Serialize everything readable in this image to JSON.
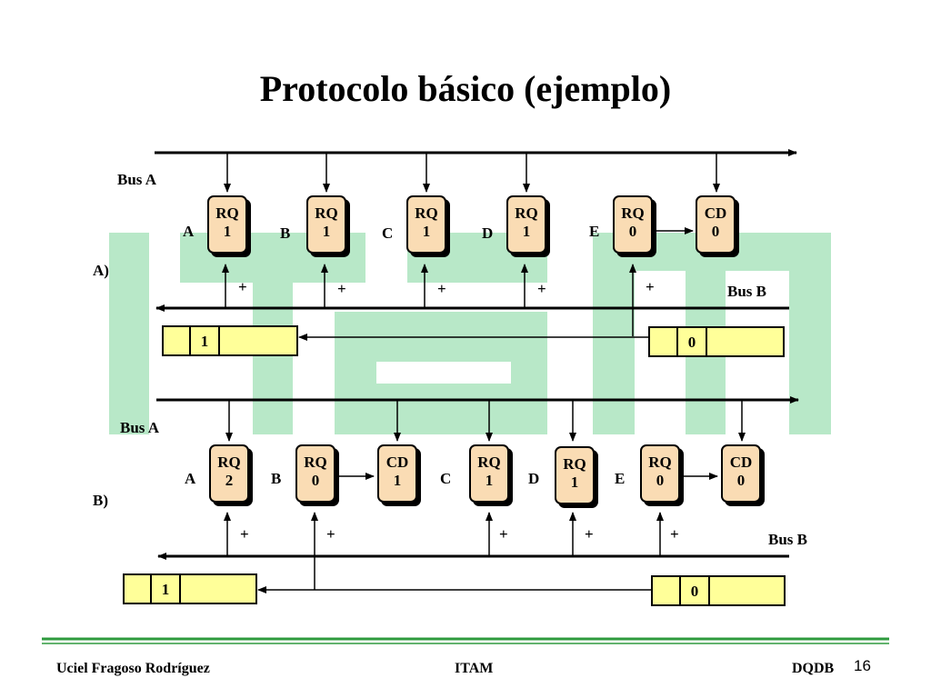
{
  "title": "Protocolo básico (ejemplo)",
  "colors": {
    "watermark": "#b8e8c8",
    "box_fill": "#fadcb4",
    "queue_fill": "#ffff99",
    "footer_line": "#2e9a3e"
  },
  "section_a": {
    "label": "A)",
    "bus_a_label": "Bus A",
    "bus_b_label": "Bus B",
    "nodes": [
      {
        "station": "A",
        "top": "RQ",
        "bottom": "1"
      },
      {
        "station": "B",
        "top": "RQ",
        "bottom": "1"
      },
      {
        "station": "C",
        "top": "RQ",
        "bottom": "1"
      },
      {
        "station": "D",
        "top": "RQ",
        "bottom": "1"
      },
      {
        "station": "E",
        "top": "RQ",
        "bottom": "0"
      }
    ],
    "cd_box": {
      "top": "CD",
      "bottom": "0"
    },
    "plus_marks": [
      "+",
      "+",
      "+",
      "+",
      "+"
    ],
    "left_queue_value": "1",
    "right_queue_value": "0"
  },
  "section_b": {
    "label": "B)",
    "bus_a_label": "Bus A",
    "bus_b_label": "Bus B",
    "stations": [
      "A",
      "B",
      "C",
      "D",
      "E"
    ],
    "boxes": [
      {
        "top": "RQ",
        "bottom": "2"
      },
      {
        "top": "RQ",
        "bottom": "0"
      },
      {
        "top": "CD",
        "bottom": "1"
      },
      {
        "top": "RQ",
        "bottom": "1"
      },
      {
        "top": "RQ",
        "bottom": "1"
      },
      {
        "top": "RQ",
        "bottom": "0"
      },
      {
        "top": "CD",
        "bottom": "0"
      }
    ],
    "plus_marks": [
      "+",
      "+",
      "+",
      "+",
      "+"
    ],
    "left_queue_value": "1",
    "right_queue_value": "0"
  },
  "footer": {
    "author": "Uciel Fragoso Rodríguez",
    "institution": "ITAM",
    "topic": "DQDB",
    "page": "16"
  }
}
